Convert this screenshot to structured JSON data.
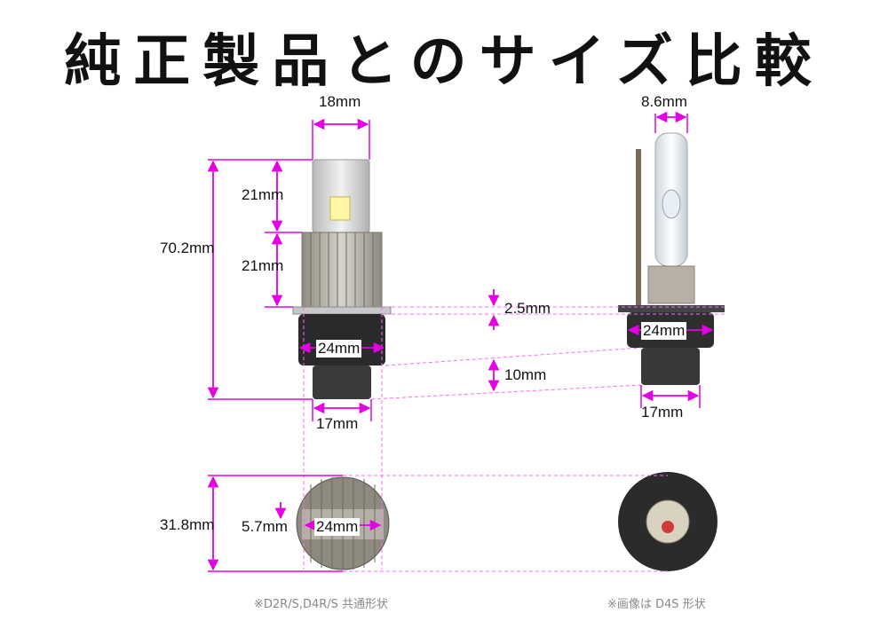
{
  "title": "純正製品とのサイズ比較",
  "led": {
    "width_top": "18mm",
    "seg_upper": "21mm",
    "seg_lower": "21mm",
    "overall_length": "70.2mm",
    "flange": "24mm",
    "base": "17mm",
    "rear_diameter": "31.8mm",
    "rear_offset": "5.7mm",
    "rear_flange": "24mm"
  },
  "oem": {
    "glass_width": "8.6mm",
    "flange": "24mm",
    "base": "17mm"
  },
  "comparison": {
    "flange_gap": "2.5mm",
    "base_gap": "10mm"
  },
  "notes": {
    "led": "※D2R/S,D4R/S 共通形状",
    "oem": "※画像は D4S 形状"
  },
  "colors": {
    "dimension": "#e600e6",
    "guide": "#ff66ff",
    "title": "#111111"
  }
}
